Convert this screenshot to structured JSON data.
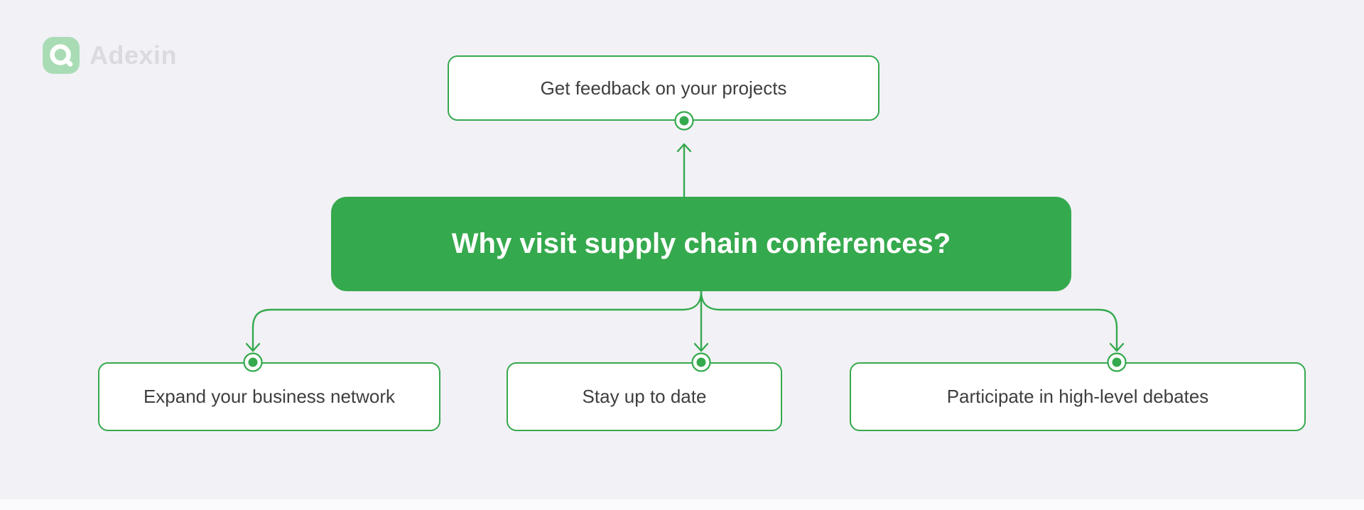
{
  "logo": {
    "text": "Adexin"
  },
  "diagram": {
    "title": "Why visit supply chain conferences?",
    "top_node": "Get feedback on your projects",
    "bottom_nodes": [
      "Expand your business network",
      "Stay up to date",
      "Participate in high-level debates"
    ]
  },
  "colors": {
    "green": "#35A94D",
    "green-light": "#A9DCB5",
    "background": "#F2F1F6",
    "node-text": "#3E3E3E",
    "logo-text": "#DBDAE0",
    "white": "#FFFFFF"
  }
}
